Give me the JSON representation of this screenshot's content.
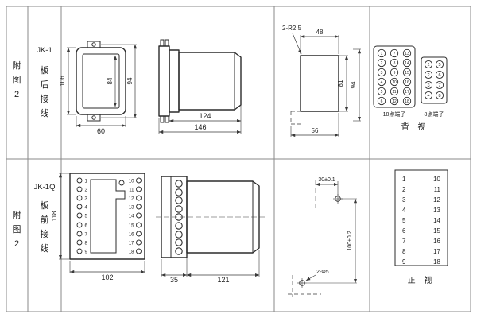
{
  "row1": {
    "fig": [
      "附",
      "图",
      "2"
    ],
    "model": "JK-1",
    "wiring": [
      "板",
      "后",
      "接",
      "线"
    ],
    "front_dims": {
      "height": "106",
      "inner_height": "84",
      "hole_span": "94",
      "width": "60"
    },
    "side_dims": {
      "body": "124",
      "total": "146"
    },
    "cutout_dims": {
      "corner": "2-R2.5",
      "width": "48",
      "height": "81",
      "hole_span": "94",
      "total_width": "56"
    },
    "term18": {
      "label": "18点端子",
      "cols": [
        [
          "1",
          "2",
          "3",
          "4",
          "5",
          "6"
        ],
        [
          "7",
          "8",
          "9",
          "10",
          "11",
          "12"
        ],
        [
          "13",
          "14",
          "15",
          "16",
          "17",
          "18"
        ]
      ]
    },
    "term8": {
      "label": "8点端子",
      "cols": [
        [
          "1",
          "2",
          "3",
          "4"
        ],
        [
          "5",
          "6",
          "7",
          "8"
        ]
      ]
    },
    "view_label": "背  视"
  },
  "row2": {
    "fig": [
      "附",
      "图",
      "2"
    ],
    "model": "JK-1Q",
    "wiring": [
      "板",
      "前",
      "接",
      "线"
    ],
    "front_dims": {
      "height": "118",
      "width": "102"
    },
    "left_terminals": [
      "1",
      "2",
      "3",
      "4",
      "5",
      "6",
      "7",
      "8",
      "9"
    ],
    "right_terminals": [
      "10",
      "11",
      "12",
      "13",
      "14",
      "15",
      "16",
      "17",
      "18"
    ],
    "side_dims": {
      "plug": "35",
      "body": "121"
    },
    "drill_dims": {
      "horiz": "30±0.1",
      "vert": "100±0.2",
      "holes": "2-Φ5"
    },
    "table": {
      "left": [
        "1",
        "2",
        "3",
        "4",
        "5",
        "6",
        "7",
        "8",
        "9"
      ],
      "right": [
        "10",
        "11",
        "12",
        "13",
        "14",
        "15",
        "16",
        "17",
        "18"
      ]
    },
    "view_label": "正  视"
  }
}
